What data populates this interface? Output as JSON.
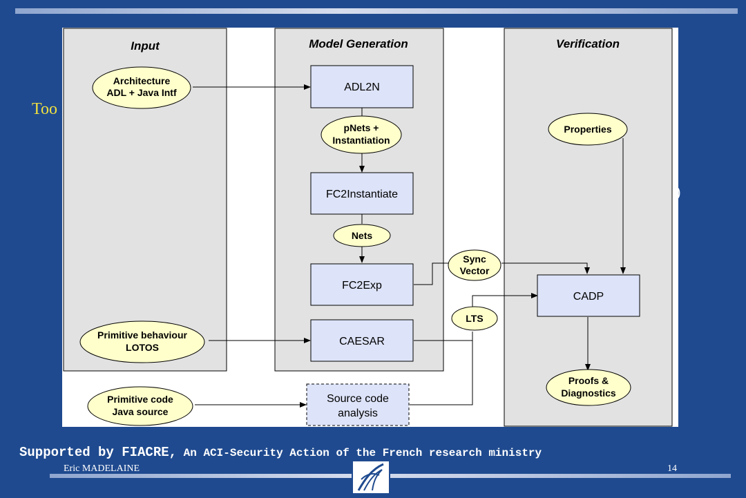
{
  "slide": {
    "partial_title": "Too",
    "partial_paren": ")",
    "footer_bold_lead": "Supported by FIACRE,",
    "footer_rest": " An ACI-Security Action of the French research ministry",
    "author": "Eric MADELAINE",
    "page_number": "14"
  },
  "diagram": {
    "columns": {
      "input": "Input",
      "model_generation": "Model Generation",
      "verification": "Verification"
    },
    "ellipses": {
      "architecture": [
        "Architecture",
        "ADL + Java Intf"
      ],
      "pnets": [
        "pNets +",
        "Instantiation"
      ],
      "nets": [
        "Nets"
      ],
      "sync_vector": [
        "Sync",
        "Vector"
      ],
      "lts": [
        "LTS"
      ],
      "properties": [
        "Properties"
      ],
      "primitive_behaviour": [
        "Primitive behaviour",
        "LOTOS"
      ],
      "primitive_code": [
        "Primitive code",
        "Java source"
      ],
      "proofs": [
        "Proofs &",
        "Diagnostics"
      ]
    },
    "boxes": {
      "adl2n": "ADL2N",
      "fc2instantiate": "FC2Instantiate",
      "fc2exp": "FC2Exp",
      "caesar": "CAESAR",
      "cadp": "CADP",
      "source_code": [
        "Source code",
        "analysis"
      ]
    }
  },
  "colors": {
    "background": "#1f4a8f",
    "panel": "#e2e2e2",
    "box_fill": "#dde3f8",
    "ellipse_fill": "#ffffcc",
    "title_yellow": "#f0e040"
  }
}
